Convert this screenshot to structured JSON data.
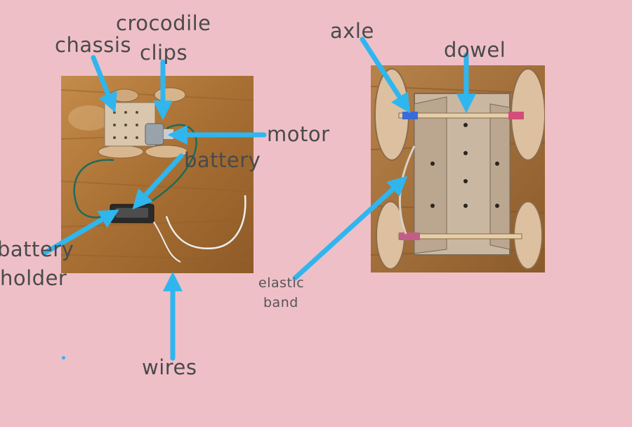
{
  "labels": {
    "chassis": "chassis",
    "crocodile": "crocodile",
    "clips": "clips",
    "motor": "motor",
    "battery": "battery",
    "battery_holder_1": "battery",
    "battery_holder_2": "holder",
    "wires": "wires",
    "axle": "axle",
    "dowel": "dowel",
    "elastic": "elastic",
    "band": "band"
  },
  "colors": {
    "background": "#efbfc8",
    "arrow": "#2fb6ee",
    "wood": "#b07a3e",
    "cardboard": "#cdbba6"
  }
}
